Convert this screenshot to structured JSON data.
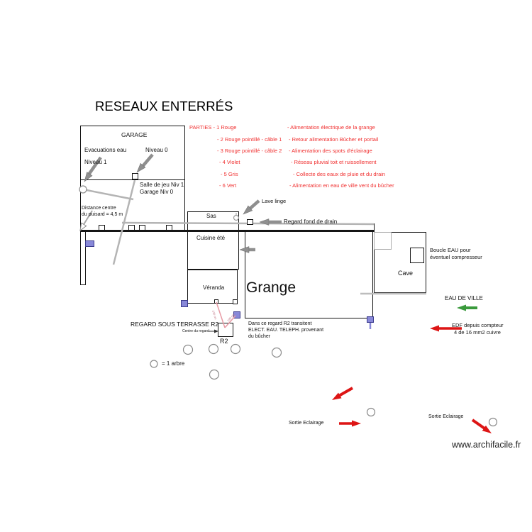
{
  "title": "RESEAUX ENTERRÉS",
  "watermark": "www.archifacile.fr",
  "colors": {
    "legend_red": "#f03030",
    "arrow_red": "#dd1515",
    "arrow_green": "#3a9a3c",
    "arrow_gray": "#8f8f8f",
    "pipe_gray": "#b4b4b4",
    "violet_marker": "#8888d8",
    "pink_line": "#e89aa4"
  },
  "legend": {
    "rows": [
      {
        "part": "PARTIES - 1 Rouge",
        "desc": "- Alimentation électrique de la grange"
      },
      {
        "part": "- 2 Rouge pointillé - câble 1",
        "desc": "- Retour alimentation Bûcher et portail"
      },
      {
        "part": "- 3 Rouge pointillé - câble 2",
        "desc": "- Alimentation des spots d'éclairage"
      },
      {
        "part": "- 4 Violet",
        "desc": "- Réseau pluvial toit et ruissellement"
      },
      {
        "part": "- 5 Gris",
        "desc": "- Collecte des eaux de pluie et du drain"
      },
      {
        "part": "- 6 Vert",
        "desc": "- Alimentation en eau de ville vent du bûcher"
      }
    ]
  },
  "garage": {
    "name": "GARAGE",
    "evacuations": "Evacuations eau",
    "niveau0": "Niveau 0",
    "niveau1": "Niveau 1"
  },
  "rooms": {
    "salle_jeu_line1": "Salle de jeu Niv 1",
    "salle_jeu_line2": "Garage Niv 0",
    "sas": "Sas",
    "cuisine": "Cuisine été",
    "veranda": "Véranda",
    "grange": "Grange",
    "cave": "Cave"
  },
  "annotations": {
    "distance_line1": "Distance centre",
    "distance_line2": "du puisard = 4,5 m",
    "lave_linge": "Lave linge",
    "regard_drain": "Regard fond de drain",
    "boucle_line1": "Boucle EAU pour",
    "boucle_line2": "éventuel compresseur",
    "eau_de_ville": "EAU DE VILLE",
    "edf_line1": "EDF depuis compteur",
    "edf_line2": "4 de 16 mm2 cuivre",
    "regard_terrasse": "REGARD SOUS TERRASSE R2",
    "centre_regard": "Centre du regard",
    "r2_label": "R2",
    "r2_note_line1": "Dans ce regard R2 transitent",
    "r2_note_line2": "ELECT. EAU. TELEPH. provenant",
    "r2_note_line3": "du bûcher",
    "arbre_legend": "= 1 arbre",
    "sortie_eclairage_1": "Sortie Eclairage",
    "sortie_eclairage_2": "Sortie Eclairage",
    "dim1": "230 cm",
    "dim2": "190 cm"
  }
}
